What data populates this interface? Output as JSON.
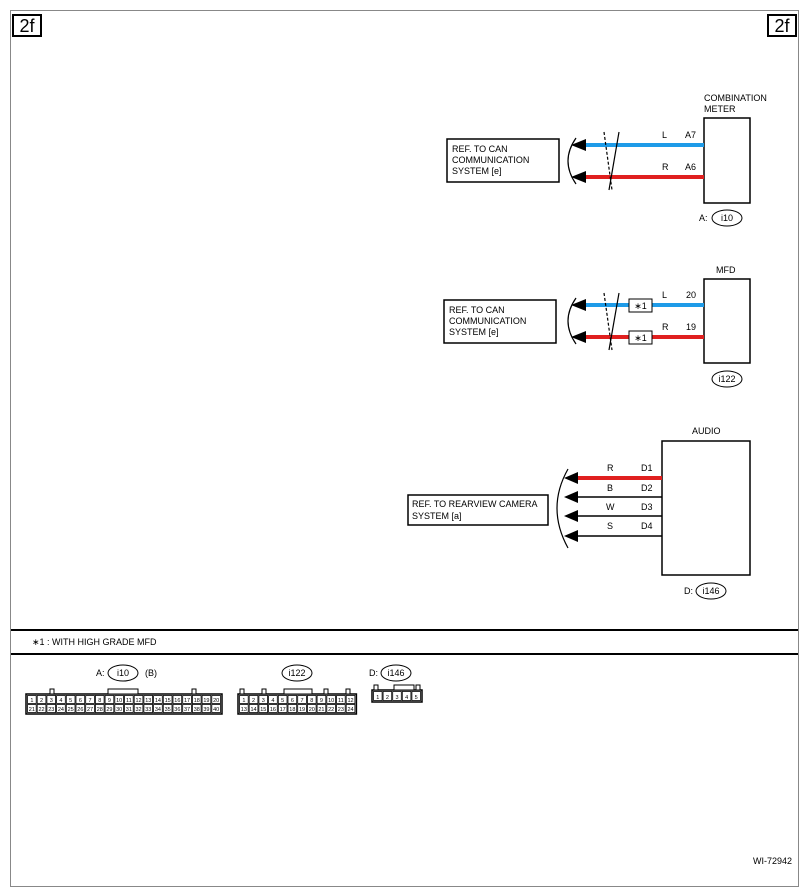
{
  "page_id_left": "2f",
  "page_id_right": "2f",
  "colors": {
    "blue": "#1e9be8",
    "red": "#e0201f",
    "black": "#000000"
  },
  "meter": {
    "name_line1": "COMBINATION",
    "name_line2": "METER",
    "connector_prefix": "A:",
    "connector": "i10",
    "ref_line1": "REF. TO CAN",
    "ref_line2": "COMMUNICATION",
    "ref_line3": "SYSTEM [e]",
    "wires": [
      {
        "color": "L",
        "pin": "A7"
      },
      {
        "color": "R",
        "pin": "A6"
      }
    ]
  },
  "mfd": {
    "name": "MFD",
    "connector": "i122",
    "ref_line1": "REF. TO CAN",
    "ref_line2": "COMMUNICATION",
    "ref_line3": "SYSTEM [e]",
    "note_tag": "∗1",
    "wires": [
      {
        "color": "L",
        "pin": "20"
      },
      {
        "color": "R",
        "pin": "19"
      }
    ]
  },
  "audio": {
    "name": "AUDIO",
    "connector_prefix": "D:",
    "connector": "i146",
    "ref_line1": "REF. TO REARVIEW CAMERA",
    "ref_line2": "SYSTEM [a]",
    "wires": [
      {
        "color": "R",
        "pin": "D1"
      },
      {
        "color": "B",
        "pin": "D2"
      },
      {
        "color": "W",
        "pin": "D3"
      },
      {
        "color": "S",
        "pin": "D4"
      }
    ]
  },
  "footnote": "∗1  : WITH HIGH GRADE MFD",
  "connectors": {
    "a": {
      "prefix": "A:",
      "name": "i10",
      "suffix": "(B)",
      "row1": [
        "1",
        "2",
        "3",
        "4",
        "5",
        "6",
        "7",
        "8",
        "9",
        "10",
        "11",
        "12",
        "13",
        "14",
        "15",
        "16",
        "17",
        "18",
        "19",
        "20"
      ],
      "row2": [
        "21",
        "22",
        "23",
        "24",
        "25",
        "26",
        "27",
        "28",
        "29",
        "30",
        "31",
        "32",
        "33",
        "34",
        "35",
        "36",
        "37",
        "38",
        "39",
        "40"
      ]
    },
    "b": {
      "name": "i122",
      "row1": [
        "1",
        "2",
        "3",
        "4",
        "5",
        "6",
        "7",
        "8",
        "9",
        "10",
        "11",
        "12"
      ],
      "row2": [
        "13",
        "14",
        "15",
        "16",
        "17",
        "18",
        "19",
        "20",
        "21",
        "22",
        "23",
        "24"
      ]
    },
    "d": {
      "prefix": "D:",
      "name": "i146",
      "row1": [
        "1",
        "2",
        "3",
        "4",
        "5"
      ]
    }
  },
  "figure_id": "WI-72942"
}
